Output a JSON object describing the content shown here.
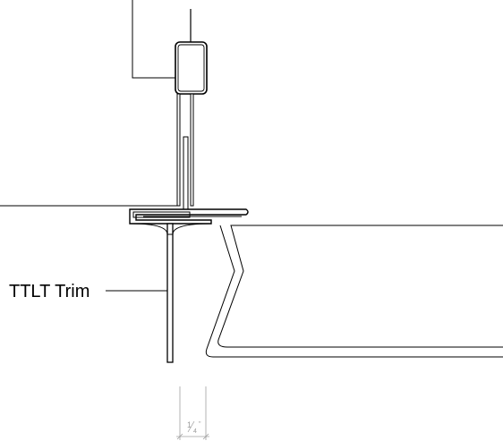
{
  "callout": {
    "label": "TTLT Trim"
  },
  "dimension": {
    "numerator": "1",
    "denominator": "4",
    "unit_mark": "\""
  },
  "colors": {
    "line": "#000000",
    "dimension": "#a0a0a0",
    "background": "#ffffff"
  }
}
